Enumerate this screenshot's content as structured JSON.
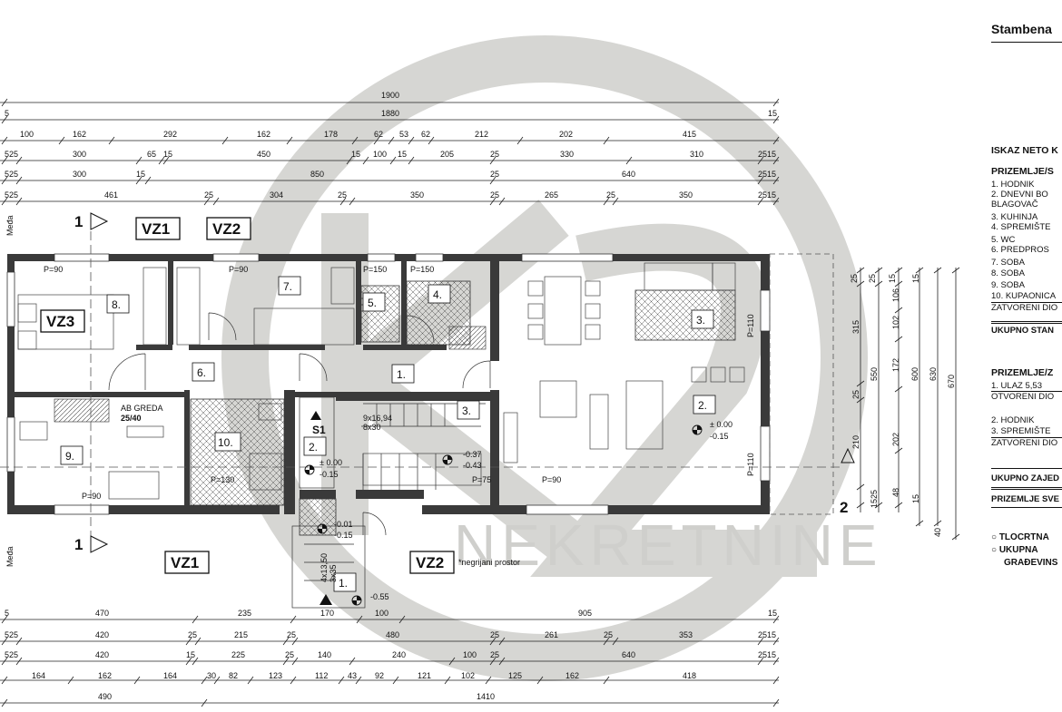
{
  "header": {
    "title": "Stambena"
  },
  "watermark": {
    "text": "NEKRETNINE",
    "color": "#d6d6d3"
  },
  "dimensions": {
    "top_rows": [
      [
        "1900"
      ],
      [
        "5",
        "1880",
        "15"
      ],
      [
        "100",
        "162",
        "292",
        "162",
        "178",
        "62",
        "53",
        "62",
        "212",
        "202",
        "415"
      ],
      [
        "525",
        "300",
        "65",
        "15",
        "450",
        "15",
        "100",
        "15",
        "205",
        "25",
        "330",
        "310",
        "2515"
      ],
      [
        "525",
        "300",
        "15",
        "850",
        "25",
        "640",
        "2515"
      ],
      [
        "525",
        "461",
        "25",
        "304",
        "25",
        "350",
        "25",
        "265",
        "25",
        "350",
        "2515"
      ]
    ],
    "bottom_rows": [
      [
        "5",
        "470",
        "235",
        "170",
        "100",
        "905",
        "15"
      ],
      [
        "525",
        "420",
        "25",
        "215",
        "25",
        "480",
        "25",
        "261",
        "25",
        "353",
        "2515"
      ],
      [
        "525",
        "420",
        "15",
        "225",
        "25",
        "140",
        "240",
        "100",
        "25",
        "640",
        "2515"
      ],
      [
        "164",
        "162",
        "164",
        "30",
        "82",
        "123",
        "112",
        "43",
        "92",
        "121",
        "102",
        "125",
        "162",
        "418"
      ],
      [
        "490",
        "1410"
      ]
    ],
    "right_top": [
      "25",
      "15",
      "25",
      "15",
      "15",
      "106",
      "102",
      "172",
      "202",
      "48",
      "15"
    ],
    "right_vertical": [
      "315",
      "25",
      "210",
      "1525",
      "550",
      "600",
      "630",
      "670",
      "40"
    ]
  },
  "rooms": [
    {
      "id": "1.",
      "desc": "hodnik"
    },
    {
      "id": "2.",
      "desc": "dnevni"
    },
    {
      "id": "3.",
      "desc": "kuhinja"
    },
    {
      "id": "4.",
      "desc": "spremiste"
    },
    {
      "id": "5.",
      "desc": "wc"
    },
    {
      "id": "6.",
      "desc": "predprostor"
    },
    {
      "id": "7.",
      "desc": "soba"
    },
    {
      "id": "8.",
      "desc": "soba"
    },
    {
      "id": "9.",
      "desc": "soba"
    },
    {
      "id": "10.",
      "desc": "kupaonica"
    }
  ],
  "wall_labels": {
    "vz1": "VZ1",
    "vz2": "VZ2",
    "vz3": "VZ3",
    "s1": "S1",
    "section1": "1",
    "section2": "2",
    "meda": "Međa",
    "ab_greda": "AB GREDA",
    "ab_greda_size": "25/40",
    "stairs_main": "9x16,94",
    "stairs_main_2": "8x30",
    "stairs_ext": "4x13,50",
    "stairs_ext_2": "3x35",
    "negrijani": "*negrijani prostor"
  },
  "levels": {
    "l1": "± 0.00",
    "l2": "-0.15",
    "l3": "-0.37",
    "l4": "-0.43",
    "l5": "-0.01",
    "l6": "-0.55"
  },
  "parapets": {
    "p90": "P=90",
    "p150": "P=150",
    "p130": "P=130",
    "p75": "P=75",
    "p110": "P=110"
  },
  "legend": {
    "section_title": "ISKAZ NETO K",
    "group1_title": "PRIZEMLJE/S",
    "group1_items": [
      "1.   HODNIK",
      "2.   DNEVNI BO",
      "      BLAGOVAČ",
      "3.   KUHINJA",
      "4.   SPREMIŠTE",
      "5.   WC",
      "6.   PREDPROS",
      "7.   SOBA",
      "8.   SOBA",
      "9.   SOBA",
      "10.  KUPAONICA"
    ],
    "group1_total": "ZATVORENI DIO",
    "group1_sum": "UKUPNO STAN",
    "group2_title": "PRIZEMLJE/Z",
    "group2_item1": "1.   ULAZ   5,53",
    "group2_total1": "OTVORENI DIO",
    "group2_items": [
      "2.   HODNIK",
      "3.   SPREMIŠTE"
    ],
    "group2_total2": "ZATVORENI DIO",
    "sum_common": "UKUPNO ZAJED",
    "sum_ground": "PRIZEMLJE SVE",
    "bullet1": "TLOCRTNA",
    "bullet2": "UKUPNA",
    "bullet2b": "GRAĐEVINS"
  }
}
